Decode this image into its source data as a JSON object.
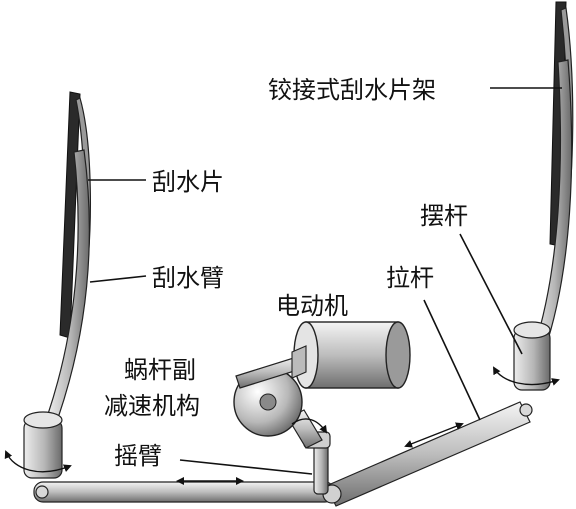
{
  "labels": {
    "pivot_frame": "铰接式刮水片架",
    "wiper_blade": "刮水片",
    "wiper_arm": "刮水臂",
    "motor": "电动机",
    "swing_lever": "摆杆",
    "pull_rod": "拉杆",
    "worm_gear_line1": "蜗杆副",
    "worm_gear_line2": "减速机构",
    "rocker_arm": "摇臂"
  }
}
